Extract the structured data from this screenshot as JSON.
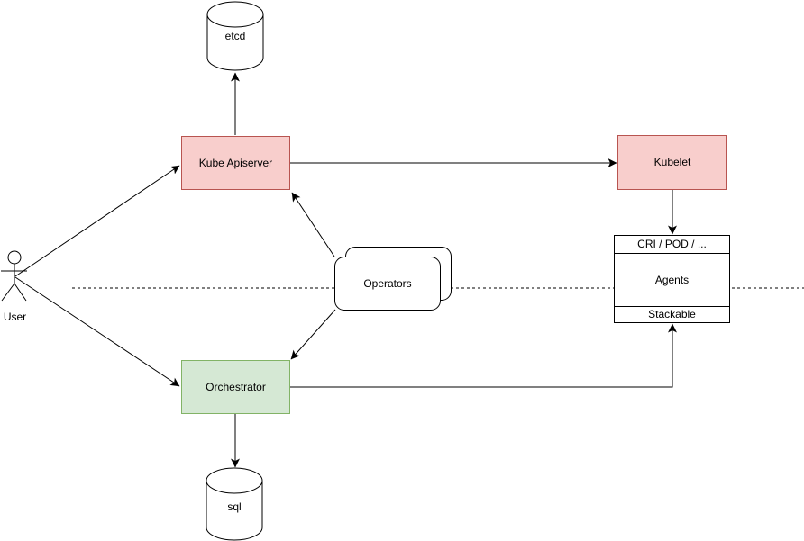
{
  "diagram": {
    "background": "#ffffff",
    "line_color": "#000000",
    "nodes": {
      "etcd": {
        "label": "etcd",
        "shape": "database-cylinder",
        "fill": "#ffffff",
        "border": "#000000"
      },
      "kube_apiserver": {
        "label": "Kube Apiserver",
        "shape": "rectangle",
        "fill": "#f8cecc",
        "border": "#b85450"
      },
      "kubelet": {
        "label": "Kubelet",
        "shape": "rectangle",
        "fill": "#f8cecc",
        "border": "#b85450"
      },
      "operators": {
        "label": "Operators",
        "shape": "stacked-rounded-rectangle",
        "fill": "#ffffff",
        "border": "#000000"
      },
      "agents": {
        "header": "CRI / POD / ...",
        "body": "Agents",
        "footer": "Stackable",
        "shape": "three-section-rectangle",
        "fill": "#ffffff",
        "border": "#000000"
      },
      "orchestrator": {
        "label": "Orchestrator",
        "shape": "rectangle",
        "fill": "#d5e8d4",
        "border": "#82b366"
      },
      "sql": {
        "label": "sql",
        "shape": "database-cylinder",
        "fill": "#ffffff",
        "border": "#000000"
      },
      "user": {
        "label": "User",
        "shape": "actor-stick-figure"
      }
    },
    "edges": [
      {
        "from": "user",
        "to": "kube_apiserver",
        "arrow_at": "end"
      },
      {
        "from": "user",
        "to": "orchestrator",
        "arrow_at": "end"
      },
      {
        "from": "kube_apiserver",
        "to": "etcd",
        "arrow_at": "end"
      },
      {
        "from": "kube_apiserver",
        "to": "kubelet",
        "arrow_at": "end"
      },
      {
        "from": "operators",
        "to": "kube_apiserver",
        "arrow_at": "end"
      },
      {
        "from": "operators",
        "to": "orchestrator",
        "arrow_at": "end"
      },
      {
        "from": "kubelet",
        "to": "agents",
        "arrow_at": "end"
      },
      {
        "from": "orchestrator",
        "to": "agents",
        "arrow_at": "end",
        "routing": "orthogonal"
      },
      {
        "from": "orchestrator",
        "to": "sql",
        "arrow_at": "end"
      }
    ],
    "separator": {
      "style": "dashed-horizontal-line"
    }
  }
}
